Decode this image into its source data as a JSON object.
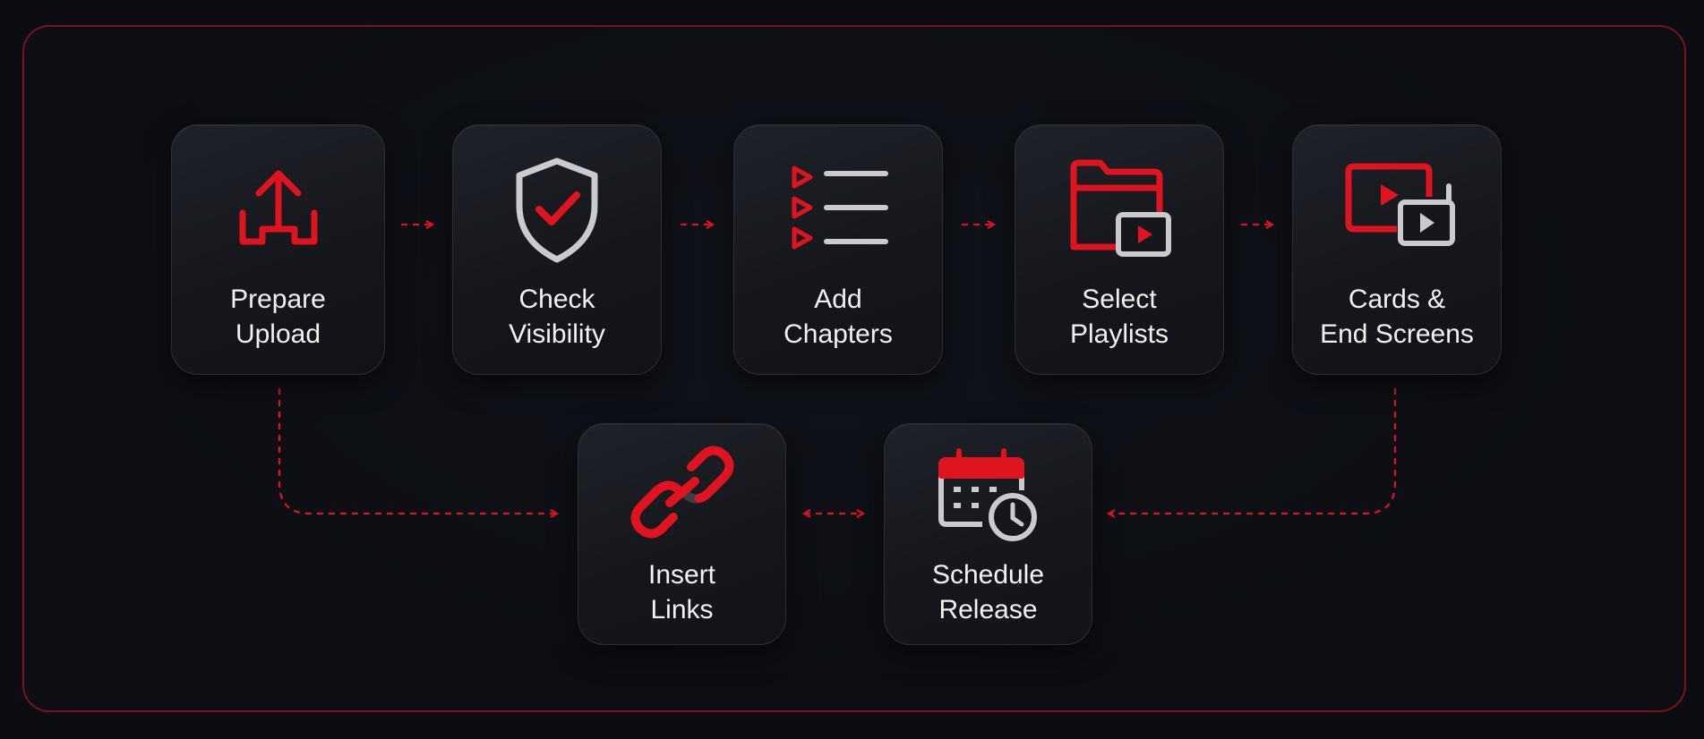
{
  "steps": [
    {
      "id": "prepare-upload",
      "line1": "Prepare",
      "line2": "Upload",
      "icon": "upload-icon"
    },
    {
      "id": "check-visibility",
      "line1": "Check",
      "line2": "Visibility",
      "icon": "shield-check-icon"
    },
    {
      "id": "add-chapters",
      "line1": "Add",
      "line2": "Chapters",
      "icon": "chapters-list-icon"
    },
    {
      "id": "select-playlists",
      "line1": "Select",
      "line2": "Playlists",
      "icon": "playlist-folder-icon"
    },
    {
      "id": "cards-end-screens",
      "line1": "Cards &",
      "line2": "End Screens",
      "icon": "end-screen-icon"
    },
    {
      "id": "insert-links",
      "line1": "Insert",
      "line2": "Links",
      "icon": "link-icon"
    },
    {
      "id": "schedule-release",
      "line1": "Schedule",
      "line2": "Release",
      "icon": "calendar-clock-icon"
    }
  ],
  "colors": {
    "accent": "#e0141e",
    "icon_gray": "#c9cbd0",
    "background": "#0b0d12",
    "frame_border": "#7a1218"
  }
}
